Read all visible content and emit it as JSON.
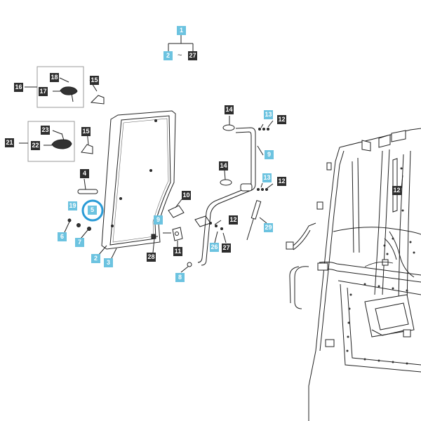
{
  "diagram": {
    "colors": {
      "callout_dark": "#2e2e2e",
      "callout_light": "#6cc3e0",
      "line": "#222222",
      "highlight_ring": "#2a9bd6"
    },
    "range_separator": "~",
    "callouts": {
      "c1": "1",
      "c2a": "2",
      "c27a": "27",
      "c18": "18",
      "c15a": "15",
      "c16": "16",
      "c17": "17",
      "c23": "23",
      "c15b": "15",
      "c21": "21",
      "c22": "22",
      "c4": "4",
      "c19": "19",
      "c5": "5",
      "c6": "6",
      "c7": "7",
      "c2b": "2",
      "c3": "3",
      "c10": "10",
      "c9a": "9",
      "c28": "28",
      "c11": "11",
      "c8": "8",
      "c14a": "14",
      "c13a": "13",
      "c12a": "12",
      "c9b": "9",
      "c14b": "14",
      "c13b": "13",
      "c12b": "12",
      "c12c": "12",
      "c29": "29",
      "c26": "26",
      "c27b": "27",
      "c12d": "12"
    }
  }
}
